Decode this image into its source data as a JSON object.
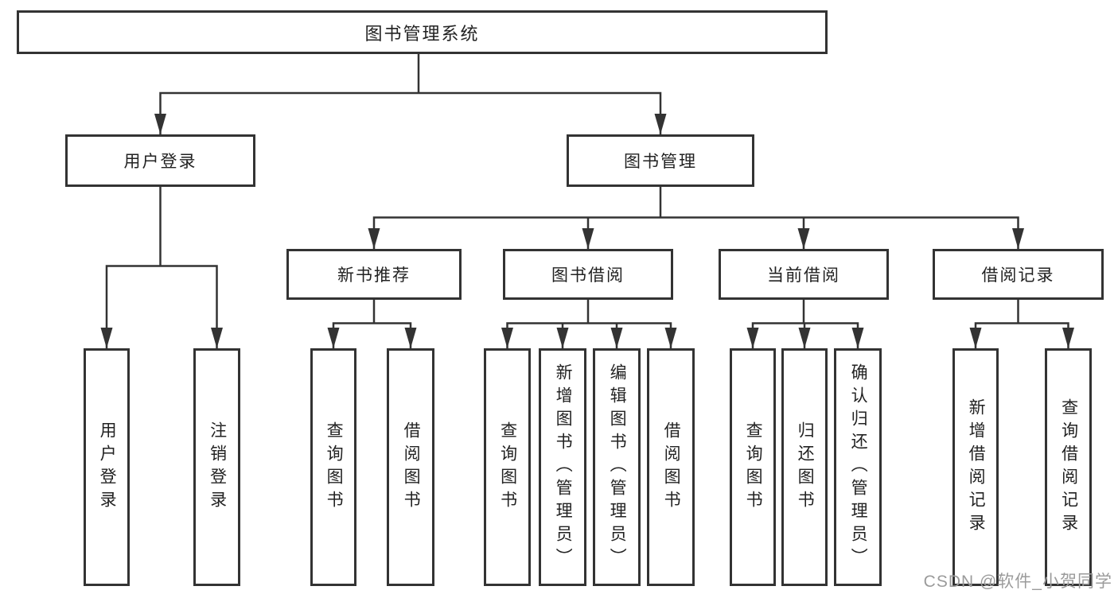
{
  "diagram": {
    "type": "hierarchy-tree",
    "nodes": {
      "root": {
        "label": "图书管理系统"
      },
      "user_login": {
        "label": "用户登录"
      },
      "book_management": {
        "label": "图书管理"
      },
      "new_book_recommend": {
        "label": "新书推荐"
      },
      "book_borrowing": {
        "label": "图书借阅"
      },
      "current_borrowing": {
        "label": "当前借阅"
      },
      "borrowing_records": {
        "label": "借阅记录"
      },
      "user_login_leaf": {
        "label": "用户登录"
      },
      "logout_leaf": {
        "label": "注销登录"
      },
      "nbr_query_books": {
        "label": "查询图书"
      },
      "nbr_borrow_books": {
        "label": "借阅图书"
      },
      "bb_query_books": {
        "label": "查询图书"
      },
      "bb_add_books_admin": {
        "label": "新增图书（管理员）"
      },
      "bb_edit_books_admin": {
        "label": "编辑图书（管理员）"
      },
      "bb_borrow_books": {
        "label": "借阅图书"
      },
      "cb_query_books": {
        "label": "查询图书"
      },
      "cb_return_books": {
        "label": "归还图书"
      },
      "cb_confirm_return_admin": {
        "label": "确认归还（管理员）"
      },
      "br_add_record": {
        "label": "新增借阅记录"
      },
      "br_query_record": {
        "label": "查询借阅记录"
      }
    },
    "edges": [
      [
        "root",
        "user_login"
      ],
      [
        "root",
        "book_management"
      ],
      [
        "user_login",
        "user_login_leaf"
      ],
      [
        "user_login",
        "logout_leaf"
      ],
      [
        "book_management",
        "new_book_recommend"
      ],
      [
        "book_management",
        "book_borrowing"
      ],
      [
        "book_management",
        "current_borrowing"
      ],
      [
        "book_management",
        "borrowing_records"
      ],
      [
        "new_book_recommend",
        "nbr_query_books"
      ],
      [
        "new_book_recommend",
        "nbr_borrow_books"
      ],
      [
        "book_borrowing",
        "bb_query_books"
      ],
      [
        "book_borrowing",
        "bb_add_books_admin"
      ],
      [
        "book_borrowing",
        "bb_edit_books_admin"
      ],
      [
        "book_borrowing",
        "bb_borrow_books"
      ],
      [
        "current_borrowing",
        "cb_query_books"
      ],
      [
        "current_borrowing",
        "cb_return_books"
      ],
      [
        "current_borrowing",
        "cb_confirm_return_admin"
      ],
      [
        "borrowing_records",
        "br_add_record"
      ],
      [
        "borrowing_records",
        "br_query_record"
      ]
    ]
  },
  "watermark": {
    "text": "CSDN @软件_小贺同学",
    "color": "#9b9b9b"
  },
  "colors": {
    "line": "#333333",
    "box_border": "#333333",
    "text": "#222222",
    "background": "#ffffff"
  }
}
